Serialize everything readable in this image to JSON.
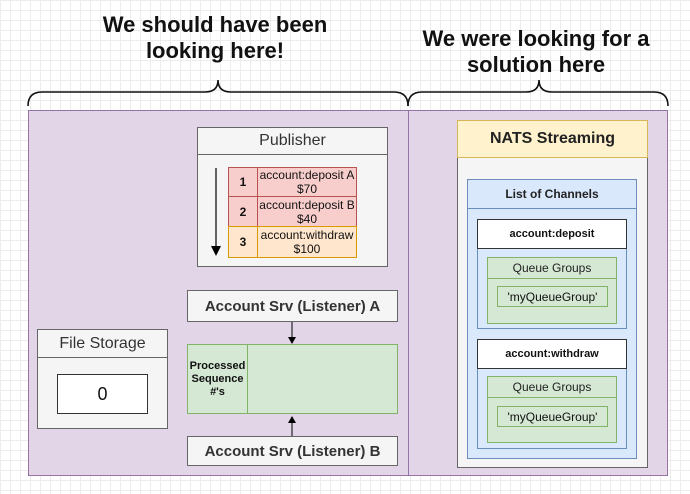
{
  "headings": {
    "left": [
      "We should have been",
      "looking here!"
    ],
    "right": [
      "We were looking for a",
      "solution here"
    ]
  },
  "publisher": {
    "title": "Publisher",
    "events": [
      {
        "seq": "1",
        "line1": "account:deposit A",
        "line2": "$70"
      },
      {
        "seq": "2",
        "line1": "account:deposit B",
        "line2": "$40"
      },
      {
        "seq": "3",
        "line1": "account:withdraw",
        "line2": "$100"
      }
    ]
  },
  "listeners": {
    "a": "Account Srv (Listener) A",
    "b": "Account Srv (Listener) B",
    "processed_label": [
      "Processed",
      "Sequence",
      "#'s"
    ]
  },
  "file_storage": {
    "title": "File Storage",
    "value": "0"
  },
  "nats": {
    "title": "NATS Streaming",
    "list_title": "List of Channels",
    "channels": [
      {
        "name": "account:deposit",
        "queue_title": "Queue Groups",
        "group": "'myQueueGroup'"
      },
      {
        "name": "account:withdraw",
        "queue_title": "Queue Groups",
        "group": "'myQueueGroup'"
      }
    ]
  },
  "colors": {
    "purple_fill": "#e1d5e7",
    "purple_stroke": "#9673a6",
    "green_fill": "#d5e8d4",
    "red_fill": "#f8cecc",
    "orange_fill": "#ffe6cc",
    "yellow_fill": "#fff2cc",
    "blue_fill": "#dae8fc"
  }
}
